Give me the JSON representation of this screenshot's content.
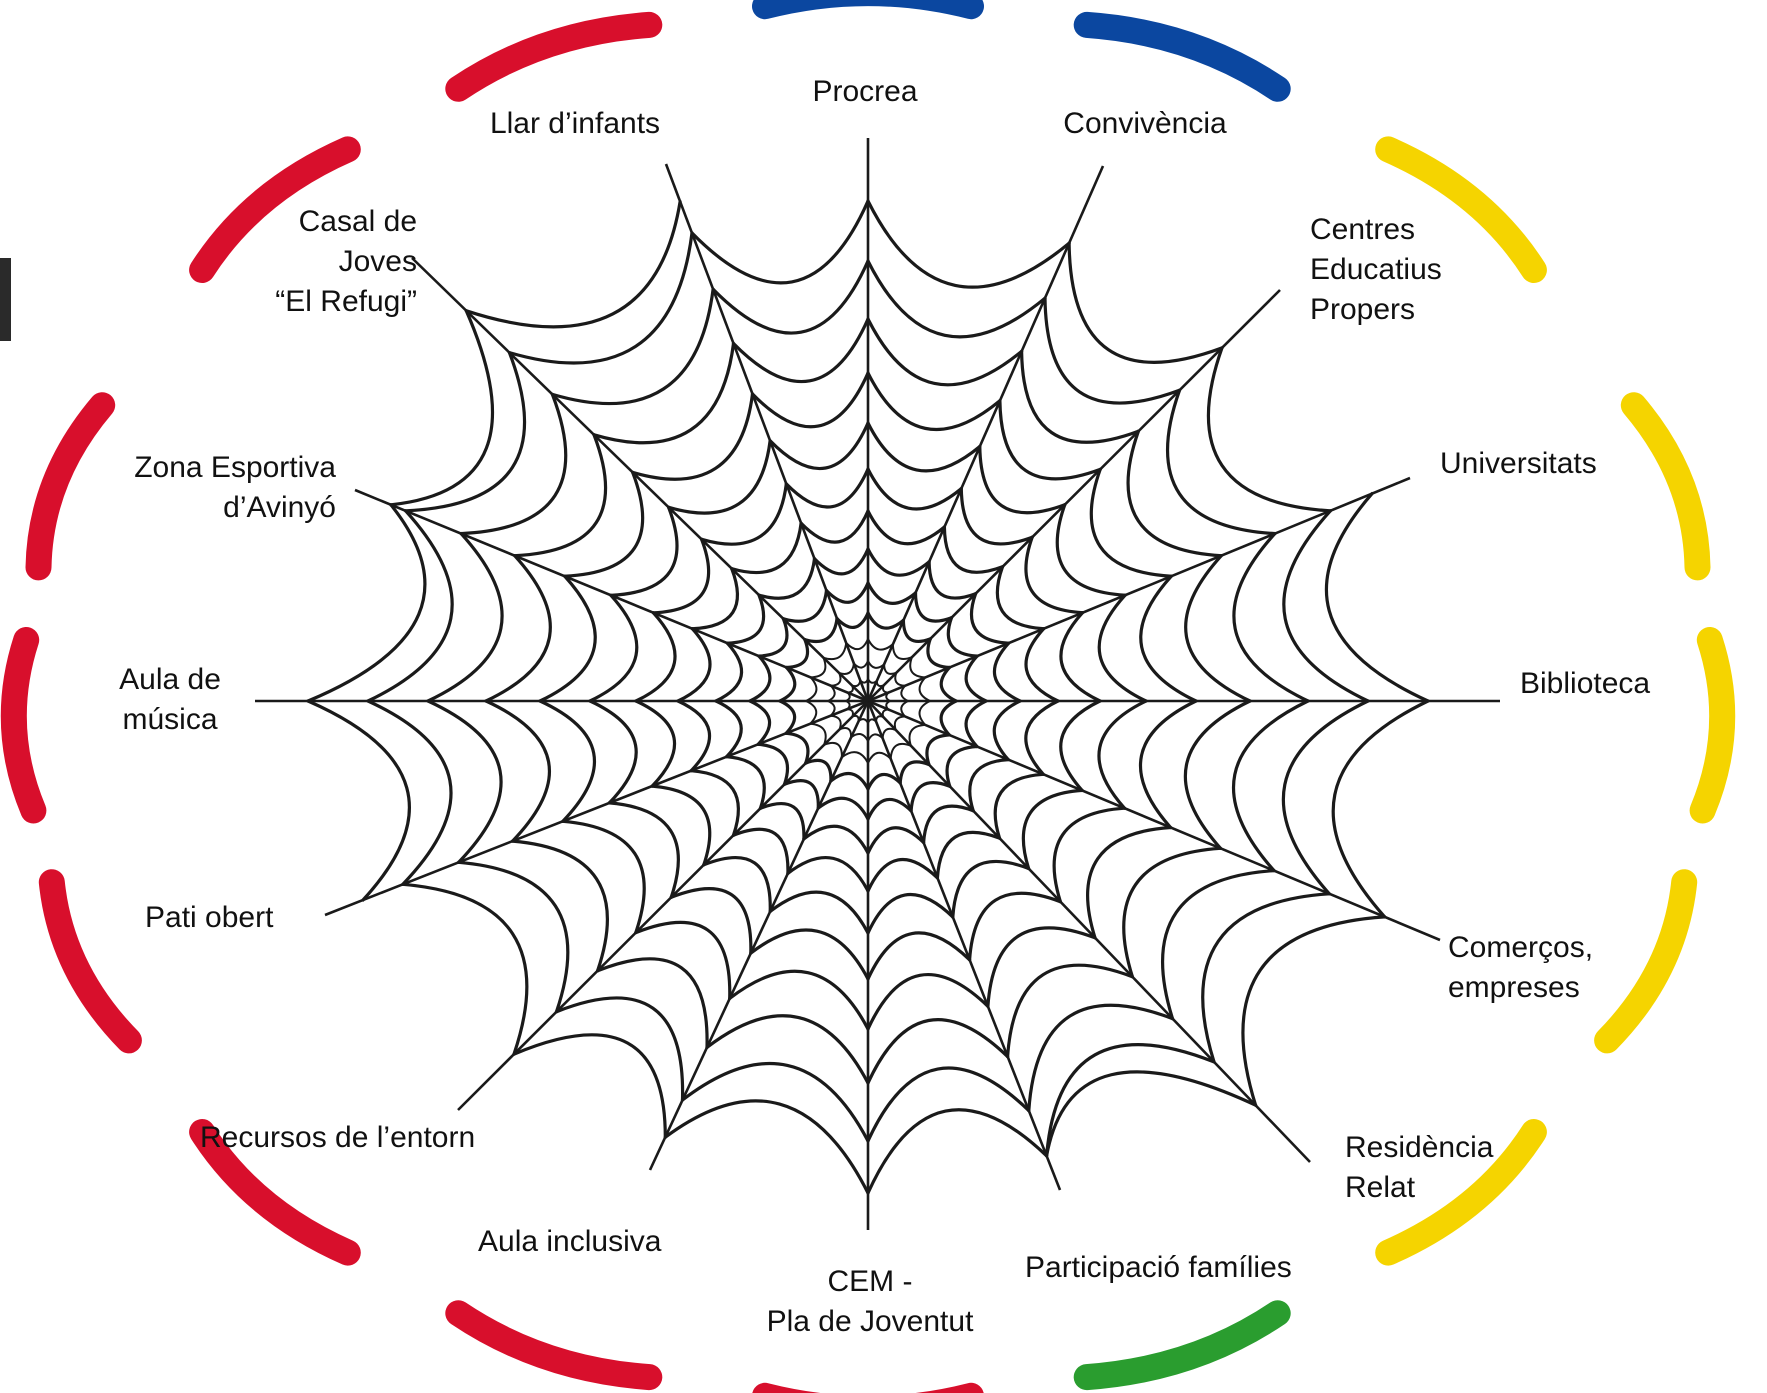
{
  "nodes": {
    "procrea": [
      "Procrea"
    ],
    "llar_infants": [
      "Llar d’infants"
    ],
    "convivencia": [
      "Convivència"
    ],
    "casal_joves": [
      "Casal de",
      "Joves",
      "“El Refugi”"
    ],
    "centres_educatius": [
      "Centres",
      "Educatius",
      "Propers"
    ],
    "zona_esportiva": [
      "Zona Esportiva",
      "d’Avinyó"
    ],
    "universitats": [
      "Universitats"
    ],
    "aula_musica": [
      "Aula de",
      "música"
    ],
    "biblioteca": [
      "Biblioteca"
    ],
    "pati_obert": [
      "Pati obert"
    ],
    "comercos": [
      "Comerços,",
      "empreses"
    ],
    "recursos_entorn": [
      "Recursos de l’entorn"
    ],
    "residencia": [
      "Residència",
      "Relat"
    ],
    "aula_inclusiva": [
      "Aula inclusiva"
    ],
    "participacio": [
      "Participació famílies"
    ],
    "cem": [
      "CEM -",
      "Pla de Joventut"
    ]
  },
  "colors": {
    "red": "#d80f2c",
    "blue": "#0b47a0",
    "yellow": "#f5d400",
    "green": "#2a9d2f",
    "web_line": "#1a1a1a"
  }
}
